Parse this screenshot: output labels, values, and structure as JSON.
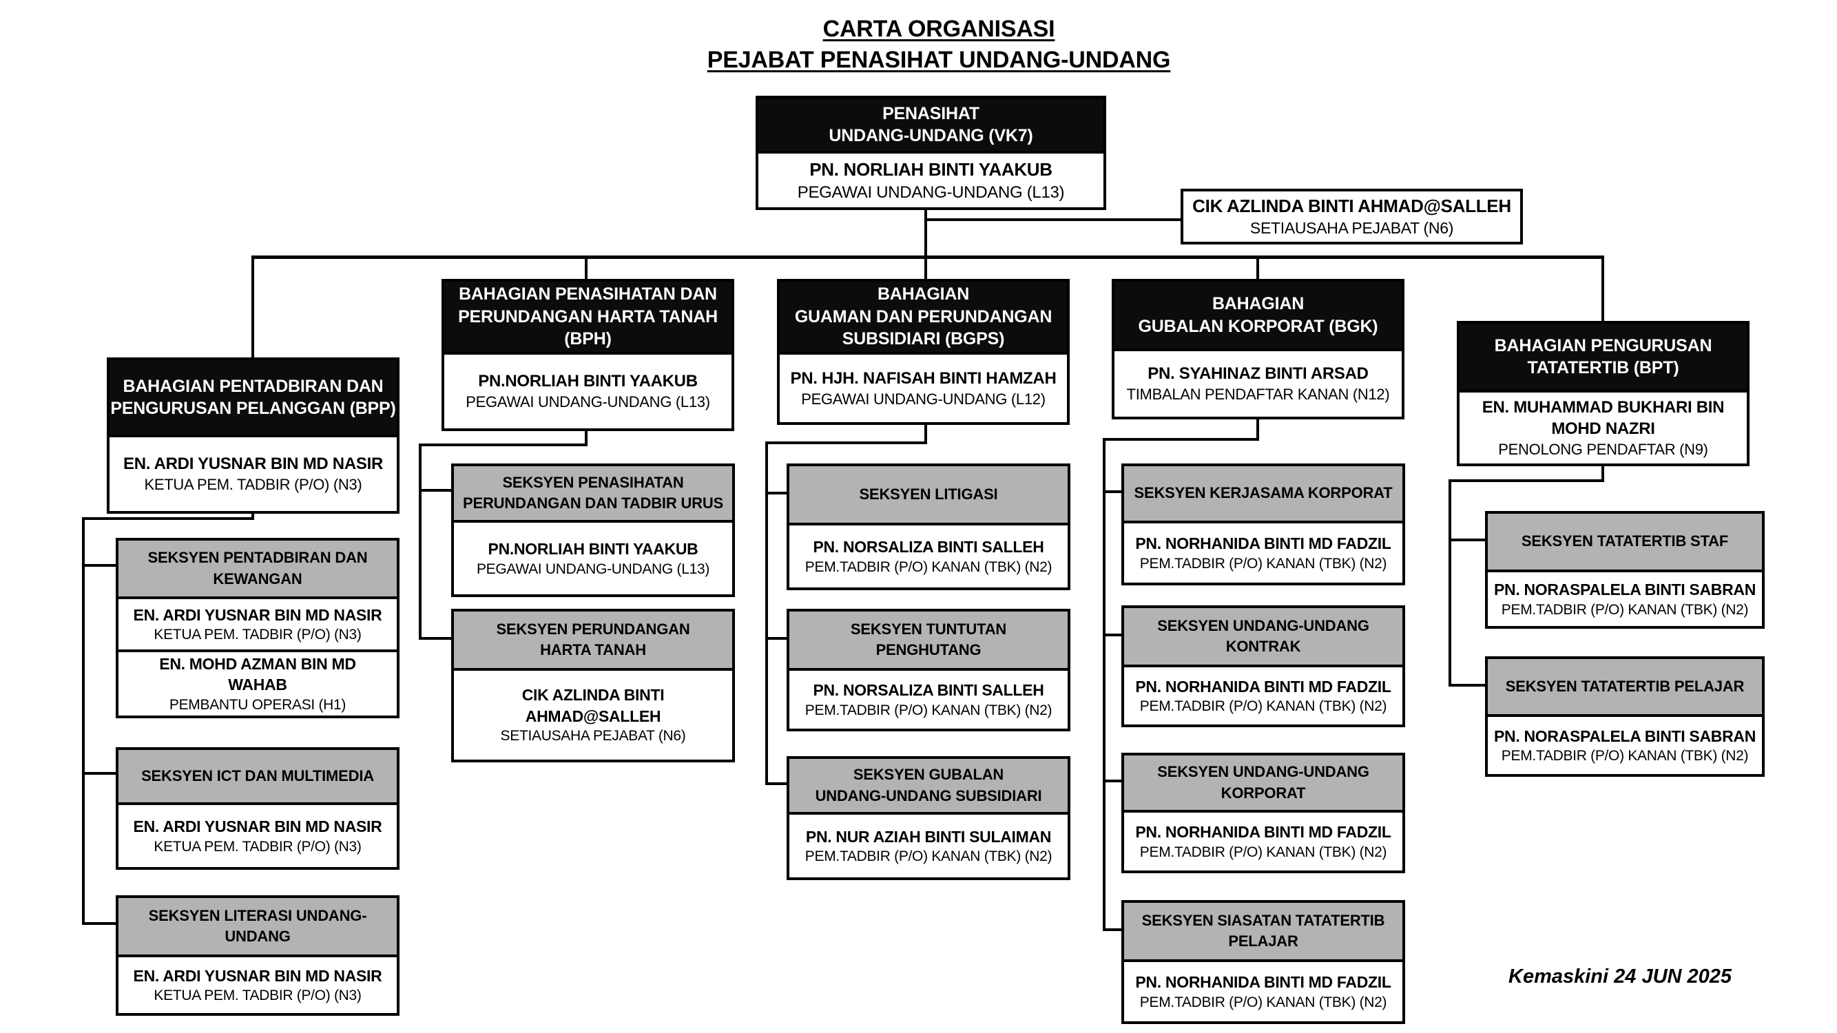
{
  "title": {
    "line1": "CARTA ORGANISASI",
    "line2": "PEJABAT PENASIHAT UNDANG-UNDANG"
  },
  "footer": {
    "updated_label": "Kemaskini 24 JUN 2025"
  },
  "colors": {
    "box_border": "#000000",
    "division_header_bg": "#0c0c0c",
    "division_header_text": "#ffffff",
    "section_header_bg": "#b3b3b3",
    "page_bg": "#ffffff"
  },
  "top_post": {
    "title": "PENASIHAT\nUNDANG-UNDANG (VK7)",
    "name": "PN. NORLIAH BINTI YAAKUB",
    "role": "PEGAWAI UNDANG-UNDANG (L13)"
  },
  "secretary": {
    "name": "CIK AZLINDA BINTI AHMAD@SALLEH",
    "role": "SETIAUSAHA PEJABAT (N6)"
  },
  "divisions": [
    {
      "code": "BPP",
      "title": "BAHAGIAN PENTADBIRAN DAN\nPENGURUSAN PELANGGAN (BPP)",
      "name": "EN. ARDI YUSNAR BIN MD NASIR",
      "role": "KETUA PEM. TADBIR (P/O) (N3)",
      "sections": [
        {
          "title": "SEKSYEN PENTADBIRAN DAN\nKEWANGAN",
          "staff": [
            {
              "name": "EN. ARDI YUSNAR BIN MD NASIR",
              "role": "KETUA PEM. TADBIR (P/O) (N3)"
            },
            {
              "name": "EN. MOHD AZMAN BIN MD\nWAHAB",
              "role": "PEMBANTU OPERASI (H1)"
            }
          ]
        },
        {
          "title": "SEKSYEN ICT DAN MULTIMEDIA",
          "staff": [
            {
              "name": "EN. ARDI YUSNAR BIN MD NASIR",
              "role": "KETUA PEM. TADBIR (P/O) (N3)"
            }
          ]
        },
        {
          "title": "SEKSYEN LITERASI UNDANG-\nUNDANG",
          "staff": [
            {
              "name": "EN. ARDI YUSNAR BIN MD NASIR",
              "role": "KETUA PEM. TADBIR (P/O) (N3)"
            }
          ]
        }
      ]
    },
    {
      "code": "BPH",
      "title": "BAHAGIAN PENASIHATAN DAN\nPERUNDANGAN HARTA TANAH\n(BPH)",
      "name": "PN.NORLIAH BINTI YAAKUB",
      "role": "PEGAWAI UNDANG-UNDANG (L13)",
      "sections": [
        {
          "title": "SEKSYEN PENASIHATAN\nPERUNDANGAN DAN TADBIR URUS",
          "staff": [
            {
              "name": "PN.NORLIAH BINTI YAAKUB",
              "role": "PEGAWAI UNDANG-UNDANG (L13)"
            }
          ]
        },
        {
          "title": "SEKSYEN PERUNDANGAN\nHARTA TANAH",
          "staff": [
            {
              "name": "CIK AZLINDA BINTI\nAHMAD@SALLEH",
              "role": "SETIAUSAHA PEJABAT (N6)"
            }
          ]
        }
      ]
    },
    {
      "code": "BGPS",
      "title": "BAHAGIAN\nGUAMAN DAN PERUNDANGAN\nSUBSIDIARI (BGPS)",
      "name": "PN. HJH. NAFISAH BINTI HAMZAH",
      "role": "PEGAWAI UNDANG-UNDANG (L12)",
      "sections": [
        {
          "title": "SEKSYEN LITIGASI",
          "staff": [
            {
              "name": "PN. NORSALIZA BINTI SALLEH",
              "role": "PEM.TADBIR (P/O) KANAN (TBK) (N2)"
            }
          ]
        },
        {
          "title": "SEKSYEN TUNTUTAN\nPENGHUTANG",
          "staff": [
            {
              "name": "PN. NORSALIZA BINTI SALLEH",
              "role": "PEM.TADBIR (P/O) KANAN (TBK) (N2)"
            }
          ]
        },
        {
          "title": "SEKSYEN GUBALAN\nUNDANG-UNDANG SUBSIDIARI",
          "staff": [
            {
              "name": "PN. NUR AZIAH BINTI SULAIMAN",
              "role": "PEM.TADBIR (P/O) KANAN (TBK) (N2)"
            }
          ]
        }
      ]
    },
    {
      "code": "BGK",
      "title": "BAHAGIAN\nGUBALAN KORPORAT (BGK)",
      "name": "PN. SYAHINAZ BINTI ARSAD",
      "role": "TIMBALAN PENDAFTAR KANAN (N12)",
      "sections": [
        {
          "title": "SEKSYEN KERJASAMA KORPORAT",
          "staff": [
            {
              "name": "PN. NORHANIDA BINTI MD FADZIL",
              "role": "PEM.TADBIR (P/O) KANAN (TBK) (N2)"
            }
          ]
        },
        {
          "title": "SEKSYEN UNDANG-UNDANG\nKONTRAK",
          "staff": [
            {
              "name": "PN. NORHANIDA BINTI MD FADZIL",
              "role": "PEM.TADBIR (P/O) KANAN (TBK) (N2)"
            }
          ]
        },
        {
          "title": "SEKSYEN UNDANG-UNDANG\nKORPORAT",
          "staff": [
            {
              "name": "PN. NORHANIDA BINTI MD FADZIL",
              "role": "PEM.TADBIR (P/O) KANAN (TBK) (N2)"
            }
          ]
        },
        {
          "title": "SEKSYEN SIASATAN TATATERTIB\nPELAJAR",
          "staff": [
            {
              "name": "PN. NORHANIDA BINTI MD FADZIL",
              "role": "PEM.TADBIR (P/O) KANAN (TBK) (N2)"
            }
          ]
        }
      ]
    },
    {
      "code": "BPT",
      "title": "BAHAGIAN PENGURUSAN\nTATATERTIB (BPT)",
      "name": "EN. MUHAMMAD BUKHARI BIN\nMOHD NAZRI",
      "role": "PENOLONG PENDAFTAR (N9)",
      "sections": [
        {
          "title": "SEKSYEN TATATERTIB STAF",
          "staff": [
            {
              "name": "PN. NORASPALELA BINTI SABRAN",
              "role": "PEM.TADBIR (P/O) KANAN (TBK) (N2)"
            }
          ]
        },
        {
          "title": "SEKSYEN TATATERTIB PELAJAR",
          "staff": [
            {
              "name": "PN. NORASPALELA BINTI SABRAN",
              "role": "PEM.TADBIR (P/O) KANAN (TBK) (N2)"
            }
          ]
        }
      ]
    }
  ]
}
